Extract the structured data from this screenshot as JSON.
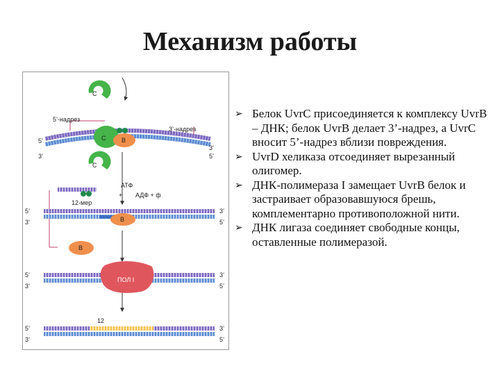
{
  "slide": {
    "title": "Механизм работы",
    "bullet_marker": "➢",
    "bullets": [
      "Белок UvrC присоединяется к комплексу UvrB – ДНК; белок UvrB делает 3’-надрез, а UvrC вносит 5’-надрез вблизи повреждения.",
      "UvrD хеликаза отсоединяет вырезанный олигомер.",
      "ДНК-полимераза I замещает UvrB белок и застраивает образовавшуюся брешь, комплементарно противоположной нити.",
      "ДНК лигаза соединяет свободные концы, оставленные полимеразой."
    ]
  },
  "figure": {
    "protein_c": "C",
    "protein_b": "B",
    "label_5_nick": "5’-надрез",
    "label_3_nick": "3’-надрез",
    "label_atp": "АТФ",
    "label_adp": "АДФ + ф",
    "label_plus": "+",
    "label_12mer": "12-мер",
    "label_pol": "ПОЛ I",
    "label_12": "12",
    "end_5": "5’",
    "end_3": "3’",
    "colors": {
      "protein_green": "#45b449",
      "protein_orange": "#ef8f4c",
      "pol_red": "#e0565d",
      "strand_purple": "#7c68c0",
      "strand_blue": "#5a8ad1",
      "arrow_blue": "#3d70c5",
      "repair_yellow": "#f6c24c"
    }
  }
}
